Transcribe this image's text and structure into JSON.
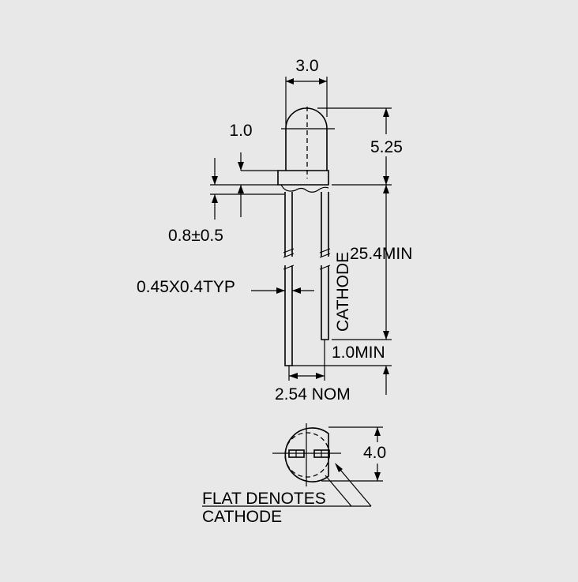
{
  "colors": {
    "background": "#e8e8e8",
    "ink": "#000000"
  },
  "dimensions": {
    "body_width": "3.0",
    "flange_thickness": "1.0",
    "lead_stub": "0.8±0.5",
    "lead_section": "0.45X0.4TYP",
    "dome_height": "5.25",
    "lead_length": "25.4MIN",
    "cathode_extension": "1.0MIN",
    "lead_spacing": "2.54 NOM",
    "flange_diameter": "4.0"
  },
  "labels": {
    "cathode_lead": "CATHODE",
    "flat_note_line1": "FLAT DENOTES",
    "flat_note_line2": "CATHODE"
  }
}
